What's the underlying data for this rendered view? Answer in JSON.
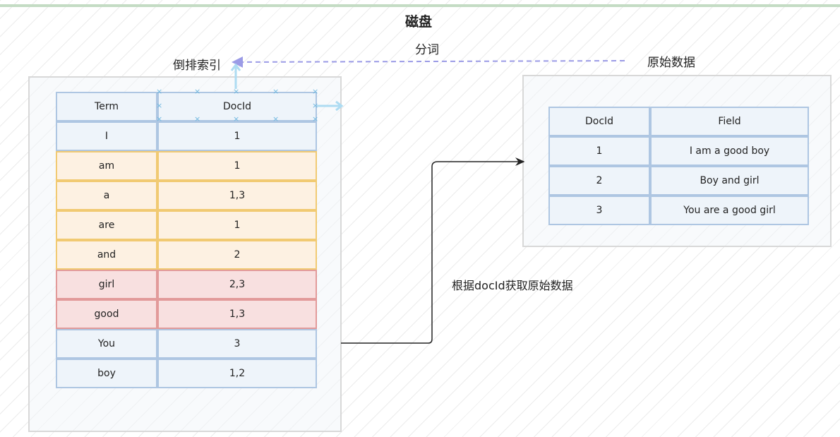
{
  "title": "磁盘",
  "labels": {
    "inverted_index": "倒排索引",
    "tokenize": "分词",
    "raw_data": "原始数据",
    "fetch_by_docid": "根据docId获取原始数据"
  },
  "colors": {
    "blue_fill": "#eef4fa",
    "blue_border": "#aec6e2",
    "yellow_fill": "#fdf1e2",
    "yellow_border": "#f1ca72",
    "red_fill": "#f8e0e0",
    "red_border": "#e29a9a",
    "dashed_arrow": "#9b9be6"
  },
  "inverted_table": {
    "headers": [
      "Term",
      "DocId"
    ],
    "rows": [
      {
        "term": "I",
        "docid": "1",
        "color": "blue"
      },
      {
        "term": "am",
        "docid": "1",
        "color": "yellow"
      },
      {
        "term": "a",
        "docid": "1,3",
        "color": "yellow"
      },
      {
        "term": "are",
        "docid": "1",
        "color": "yellow"
      },
      {
        "term": "and",
        "docid": "2",
        "color": "yellow"
      },
      {
        "term": "girl",
        "docid": "2,3",
        "color": "red"
      },
      {
        "term": "good",
        "docid": "1,3",
        "color": "red"
      },
      {
        "term": "You",
        "docid": "3",
        "color": "blue"
      },
      {
        "term": "boy",
        "docid": "1,2",
        "color": "blue"
      }
    ]
  },
  "raw_table": {
    "headers": [
      "DocId",
      "Field"
    ],
    "rows": [
      {
        "docid": "1",
        "field": "I am a good boy"
      },
      {
        "docid": "2",
        "field": "Boy and  girl"
      },
      {
        "docid": "3",
        "field": "You are a good girl"
      }
    ]
  }
}
